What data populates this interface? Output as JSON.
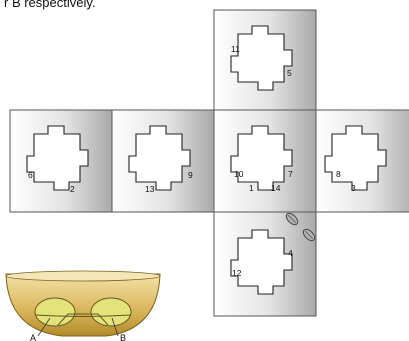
{
  "caption": "r B respectively.",
  "faces": [
    {
      "id": "top",
      "numbers": [
        "11",
        "5"
      ]
    },
    {
      "id": "left2",
      "numbers": [
        "6",
        "2"
      ]
    },
    {
      "id": "left1",
      "numbers": [
        "13",
        "9"
      ]
    },
    {
      "id": "center",
      "numbers": [
        "10",
        "7",
        "1",
        "14"
      ]
    },
    {
      "id": "right",
      "numbers": [
        "8",
        "3"
      ]
    },
    {
      "id": "bottom",
      "numbers": [
        "4",
        "12"
      ]
    }
  ],
  "bowl": {
    "label_a": "A",
    "label_b": "B"
  },
  "colors": {
    "face_light": "#ffffff",
    "face_dark": "#a9a9a9",
    "outline": "#555555",
    "bowl_top": "#f1dc9a",
    "bowl_bottom": "#b88f2c",
    "lobe": "#e8e37a",
    "screw": "#b5b5b5"
  }
}
